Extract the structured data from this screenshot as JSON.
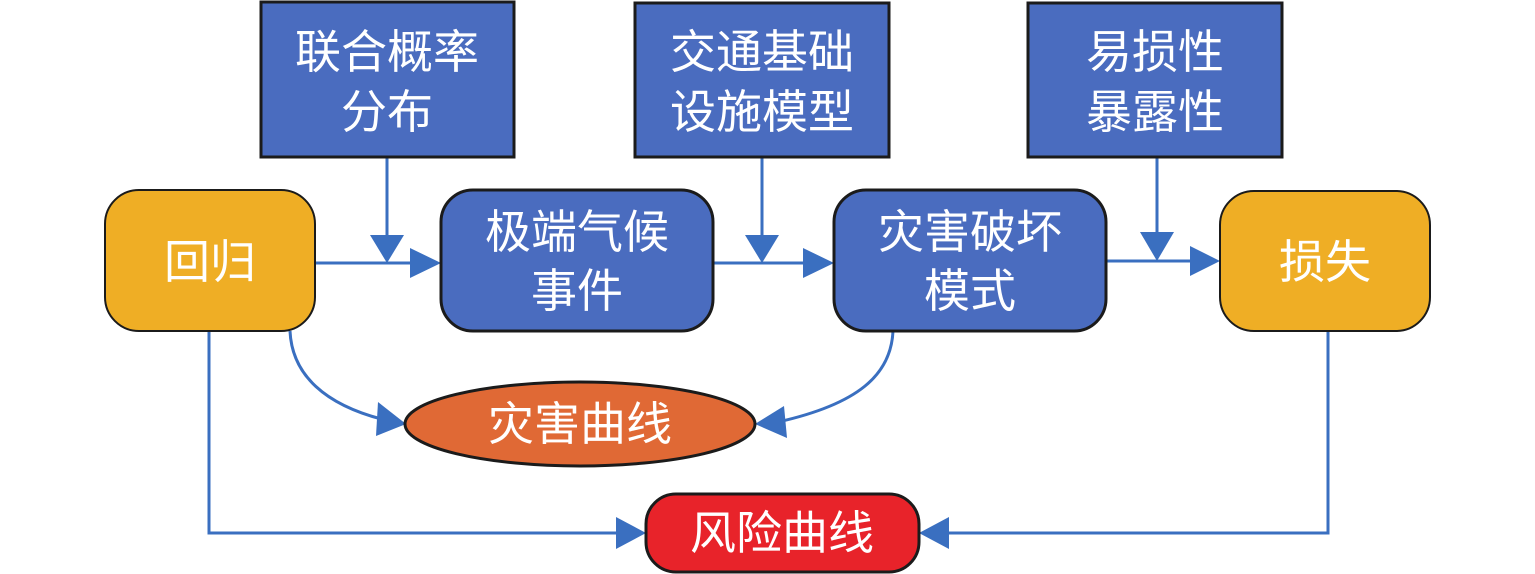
{
  "diagram": {
    "title": "",
    "colors": {
      "input_box": "#4A6CBF",
      "process_box": "#4A6CBF",
      "endpoint_box": "#EFAE25",
      "hazard_curve": "#E06935",
      "risk_curve": "#E8232A",
      "edge": "#3A6FC0",
      "border": "#1B1B1B",
      "text": "#FFFFFF"
    },
    "nodes": {
      "joint_probability": {
        "lines": [
          "联合概率",
          "分布"
        ],
        "shape": "rectangle"
      },
      "infrastructure_model": {
        "lines": [
          "交通基础",
          "设施模型"
        ],
        "shape": "rectangle"
      },
      "vulnerability_exposure": {
        "lines": [
          "易损性",
          "暴露性"
        ],
        "shape": "rectangle"
      },
      "regression": {
        "lines": [
          "回归"
        ],
        "shape": "rounded-rectangle"
      },
      "extreme_climate_event": {
        "lines": [
          "极端气候",
          "事件"
        ],
        "shape": "rounded-rectangle"
      },
      "damage_mode": {
        "lines": [
          "灾害破坏",
          "模式"
        ],
        "shape": "rounded-rectangle"
      },
      "loss": {
        "lines": [
          "损失"
        ],
        "shape": "rounded-rectangle"
      },
      "hazard_curve": {
        "lines": [
          "灾害曲线"
        ],
        "shape": "ellipse"
      },
      "risk_curve": {
        "lines": [
          "风险曲线"
        ],
        "shape": "pill"
      }
    },
    "edges": [
      {
        "from": "regression",
        "to": "extreme_climate_event"
      },
      {
        "from": "joint_probability",
        "to": "regression->extreme_climate_event"
      },
      {
        "from": "extreme_climate_event",
        "to": "damage_mode"
      },
      {
        "from": "infrastructure_model",
        "to": "extreme_climate_event->damage_mode"
      },
      {
        "from": "damage_mode",
        "to": "loss"
      },
      {
        "from": "vulnerability_exposure",
        "to": "damage_mode->loss"
      },
      {
        "from": "regression",
        "to": "hazard_curve"
      },
      {
        "from": "damage_mode",
        "to": "hazard_curve"
      },
      {
        "from": "regression",
        "to": "risk_curve"
      },
      {
        "from": "loss",
        "to": "risk_curve"
      }
    ]
  }
}
